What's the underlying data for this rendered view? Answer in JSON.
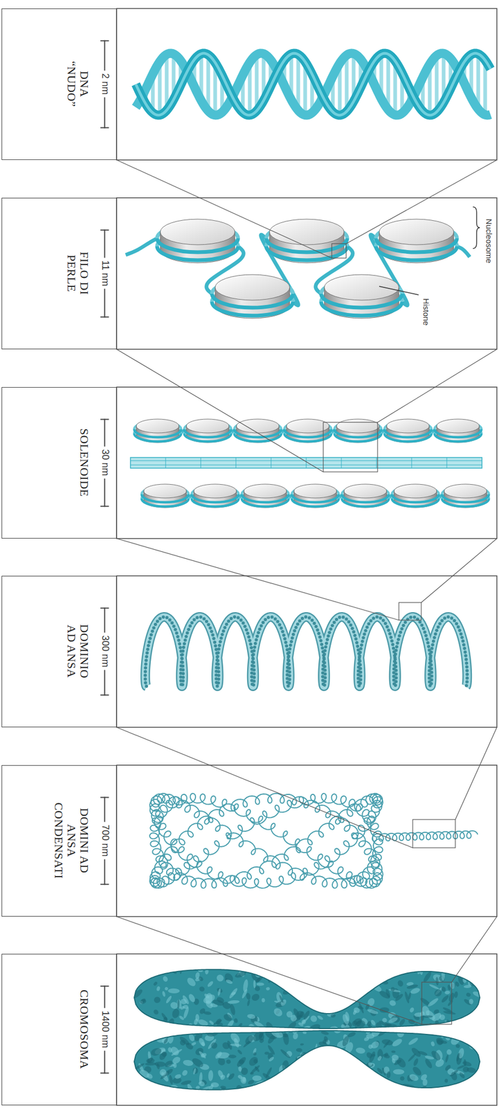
{
  "diagram": {
    "nodes": [
      {
        "text": [
          "2 nm",
          "DNA “NUDO”"
        ]
      },
      {
        "text": [
          "11 nm",
          "FILO DI PERLE"
        ]
      },
      {
        "text": [
          "30 nm",
          "SOLENOIDE"
        ]
      },
      {
        "text": [
          "300 nm",
          "DOMINIO AD ANSA"
        ]
      },
      {
        "text": [
          "700 nm",
          "DOMINI AD ANSA CONDENSATI"
        ]
      },
      {
        "text": [
          "1400 nm",
          "CROMOSOMA"
        ]
      }
    ],
    "labels": [
      "Nucleosome",
      "Histone"
    ]
  }
}
